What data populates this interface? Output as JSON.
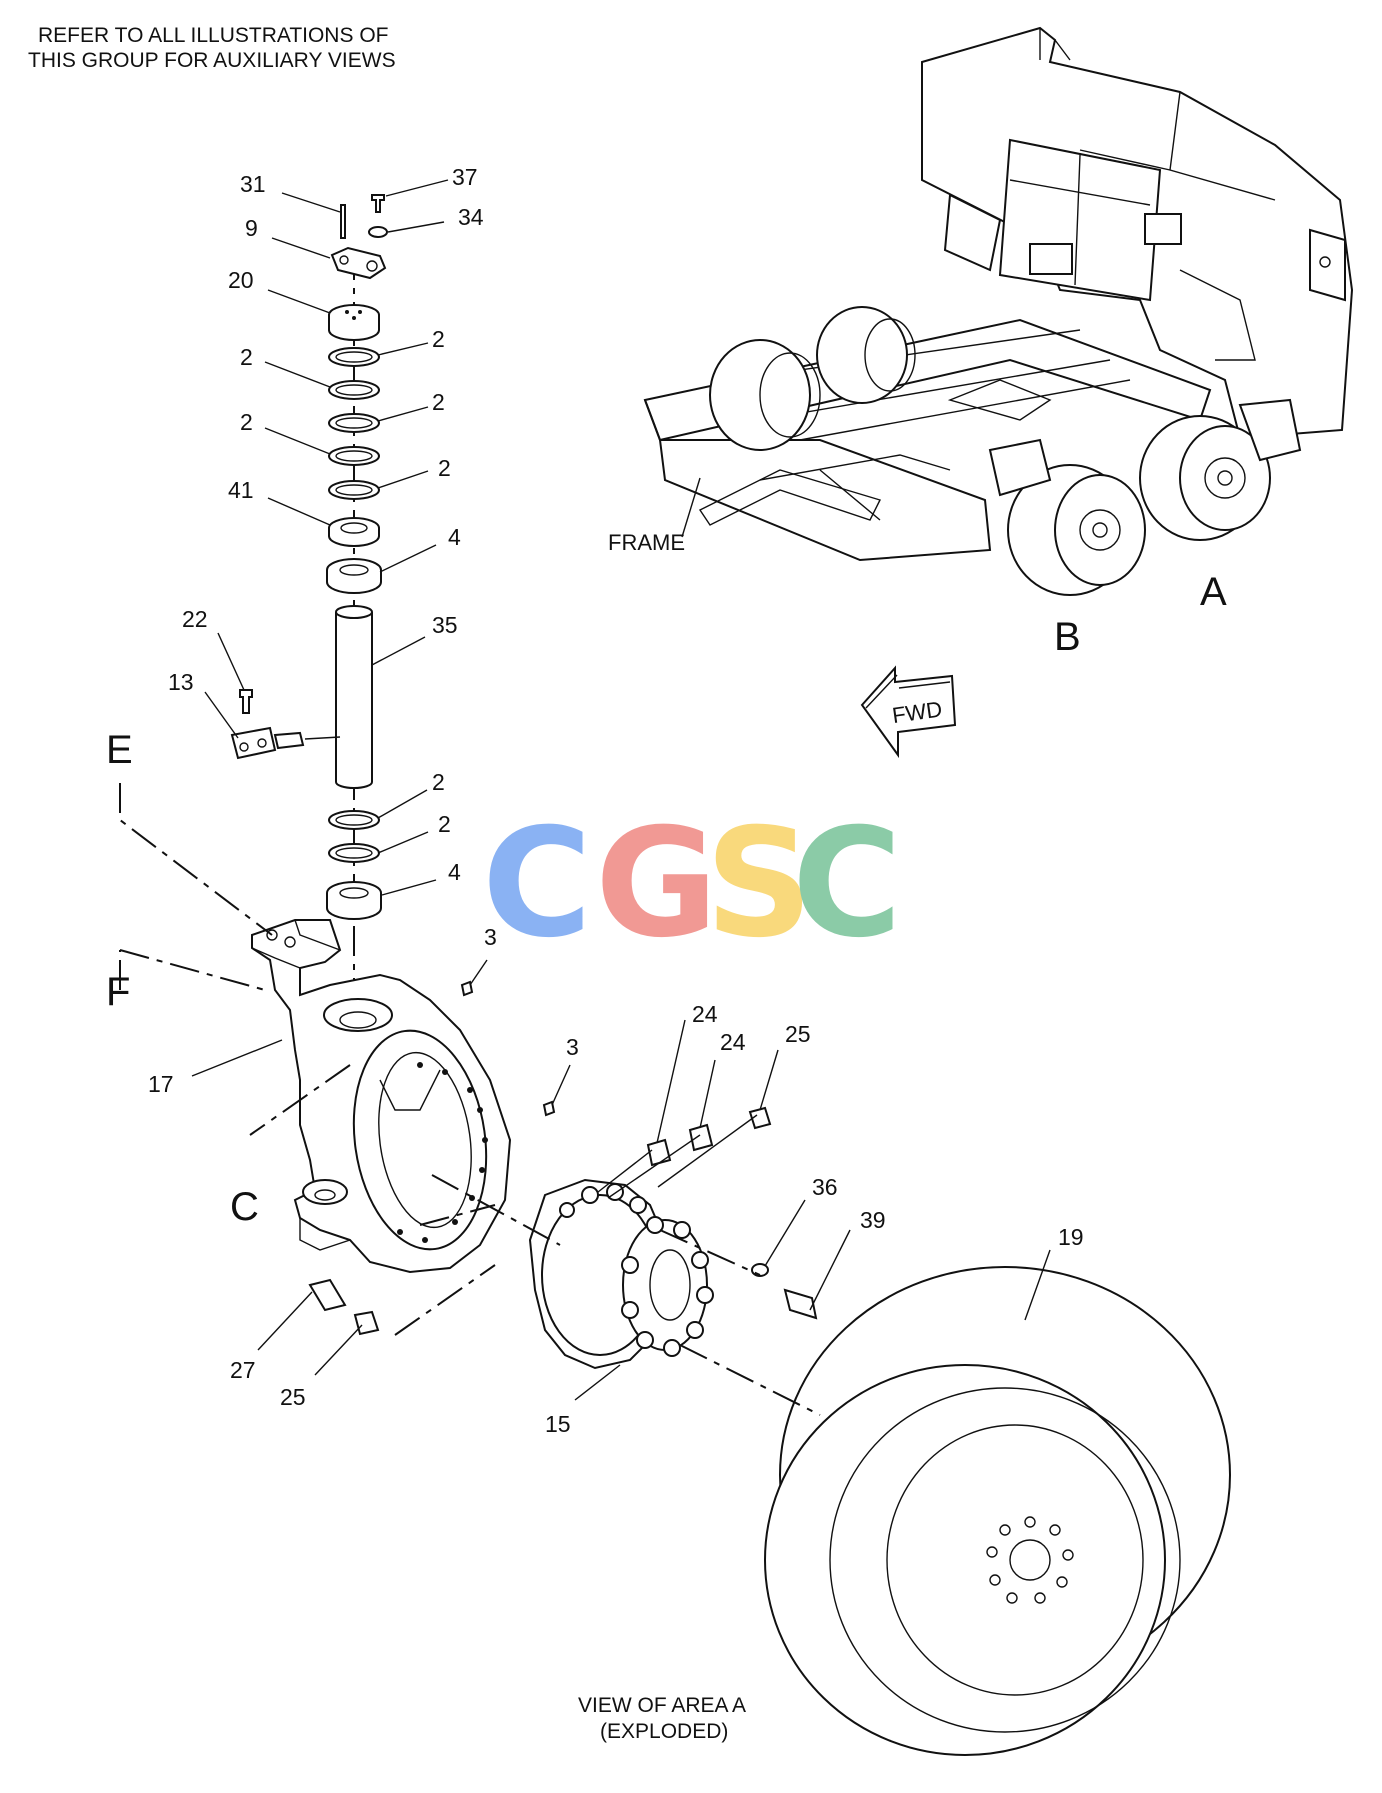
{
  "notes": {
    "refer_line1": "REFER TO ALL ILLUSTRATIONS OF",
    "refer_line2": "THIS GROUP FOR AUXILIARY VIEWS",
    "view_line1": "VIEW OF AREA A",
    "view_line2": "(EXPLODED)"
  },
  "overview": {
    "frame_label": "FRAME",
    "area_a": "A",
    "area_b": "B",
    "fwd_label": "FWD"
  },
  "section_letters": {
    "c": "C",
    "e": "E",
    "f": "F"
  },
  "watermark": {
    "letters": [
      "C",
      "G",
      "S",
      "C"
    ],
    "colors": [
      "#7ba8f2",
      "#f08b86",
      "#f9d46a",
      "#7cc49b"
    ]
  },
  "callouts": {
    "p31": "31",
    "p37": "37",
    "p9": "9",
    "p34": "34",
    "p20": "20",
    "p2a": "2",
    "p2b": "2",
    "p2c": "2",
    "p2d": "2",
    "p2e": "2",
    "p41": "41",
    "p4a": "4",
    "p22": "22",
    "p35": "35",
    "p13": "13",
    "p2f": "2",
    "p2g": "2",
    "p4b": "4",
    "p3a": "3",
    "p17": "17",
    "p3b": "3",
    "p24a": "24",
    "p24b": "24",
    "p25a": "25",
    "p36": "36",
    "p39": "39",
    "p19": "19",
    "p27": "27",
    "p25b": "25",
    "p15": "15"
  }
}
